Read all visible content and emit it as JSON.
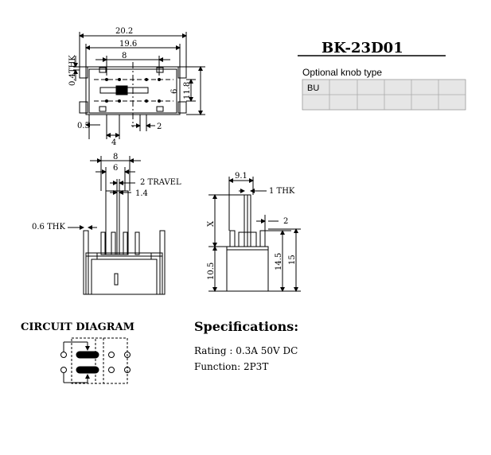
{
  "part_number": "BK-23D01",
  "knob": {
    "heading": "Optional knob type",
    "table": [
      [
        "BU",
        "",
        "",
        "",
        "",
        ""
      ],
      [
        "",
        "",
        "",
        "",
        "",
        ""
      ]
    ]
  },
  "top_view": {
    "width_outer": "20.2",
    "width_inner": "19.6",
    "width_center": "8",
    "thickness_label": "0.4THK",
    "height_inner": "6",
    "height_outer": "11.8",
    "left_offset": "0.5",
    "pin_pitch": "4",
    "right_offset": "2"
  },
  "front_view": {
    "knob_span": "8",
    "knob_width": "6",
    "travel": "2 TRAVEL",
    "slot": "1.4",
    "lead_thk": "0.6 THK"
  },
  "side_view": {
    "width": "9.1",
    "knob_thk": "1 THK",
    "knob_height_var": "X",
    "lead": "2",
    "body_h": "10.5",
    "pin_h": "14.5",
    "total_h": "15"
  },
  "circuit": {
    "heading": "CIRCUIT DIAGRAM"
  },
  "specs": {
    "heading": "Specifications:",
    "rating": "Rating : 0.3A 50V DC",
    "function": "Function: 2P3T"
  }
}
